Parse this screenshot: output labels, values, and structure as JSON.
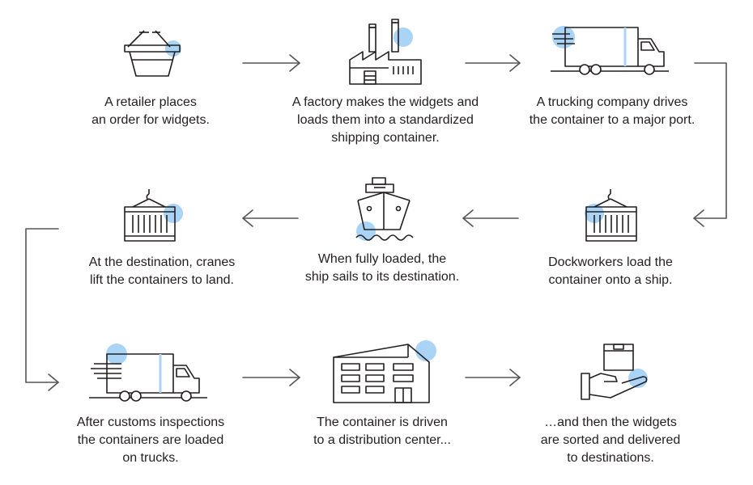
{
  "colors": {
    "ink": "#231f20",
    "accent": "#a9d4f5",
    "line": "#555555"
  },
  "steps": [
    {
      "icon": "basket-icon",
      "lines": [
        "A retailer places",
        "an order for widgets."
      ]
    },
    {
      "icon": "factory-icon",
      "lines": [
        "A factory makes the widgets and",
        "loads them into a standardized",
        "shipping container."
      ]
    },
    {
      "icon": "truck-icon",
      "lines": [
        "A trucking company drives",
        "the container to a major port."
      ]
    },
    {
      "icon": "crane-container-icon",
      "lines": [
        "Dockworkers load the",
        "container onto a ship."
      ]
    },
    {
      "icon": "ship-icon",
      "lines": [
        "When fully loaded, the",
        "ship sails to its destination."
      ]
    },
    {
      "icon": "crane-container-icon",
      "lines": [
        "At the destination, cranes",
        "lift the containers to land."
      ]
    },
    {
      "icon": "truck-icon",
      "lines": [
        "After customs inspections",
        "the containers are loaded",
        "on trucks."
      ]
    },
    {
      "icon": "warehouse-icon",
      "lines": [
        "The container is driven",
        "to a distribution center..."
      ]
    },
    {
      "icon": "hand-box-icon",
      "lines": [
        "…and then the widgets",
        "are sorted and delivered",
        "to destinations."
      ]
    }
  ]
}
